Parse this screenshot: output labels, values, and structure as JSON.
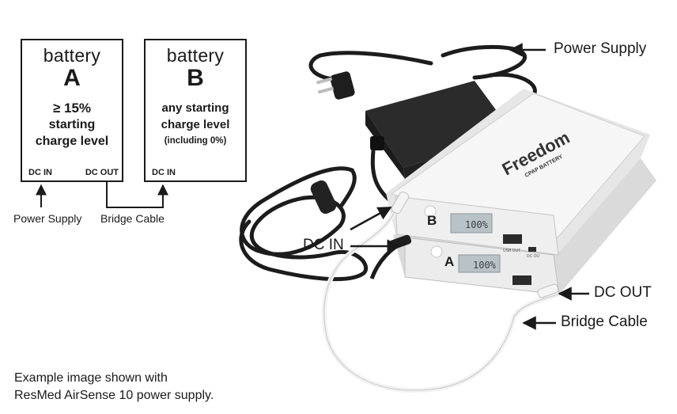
{
  "battery_a": {
    "word": "battery",
    "letter": "A",
    "line1": "≥ 15%",
    "line2": "starting",
    "line3": "charge level",
    "port_in": "DC IN",
    "port_out": "DC OUT"
  },
  "battery_b": {
    "word": "battery",
    "letter": "B",
    "line1": "any starting",
    "line2": "charge level",
    "line3": "(including 0%)",
    "port_in": "DC IN"
  },
  "diagram_labels": {
    "power_supply": "Power Supply",
    "bridge_cable": "Bridge Cable"
  },
  "photo_callouts": {
    "power_supply": "Power Supply",
    "dc_in": "DC IN",
    "dc_out": "DC OUT",
    "bridge_cable": "Bridge Cable"
  },
  "device_marks": {
    "brand": "Freedom",
    "sub_brand": "CPAP BATTERY",
    "unit_b": "B",
    "unit_a": "A",
    "display_b": "100%",
    "display_a": "100%",
    "usb_out": "USB OUT",
    "dc_out_port": "DC OU"
  },
  "footnote": {
    "line1": "Example image shown with",
    "line2": "ResMed AirSense 10 power supply."
  },
  "colors": {
    "ink": "#1a1a1a",
    "adapter": "#2b2b2b",
    "battery_top": "#f3f3f3",
    "battery_side": "#cfcfcf",
    "lcd": "#b9c2c6",
    "cable_white": "#f2f2f2"
  }
}
